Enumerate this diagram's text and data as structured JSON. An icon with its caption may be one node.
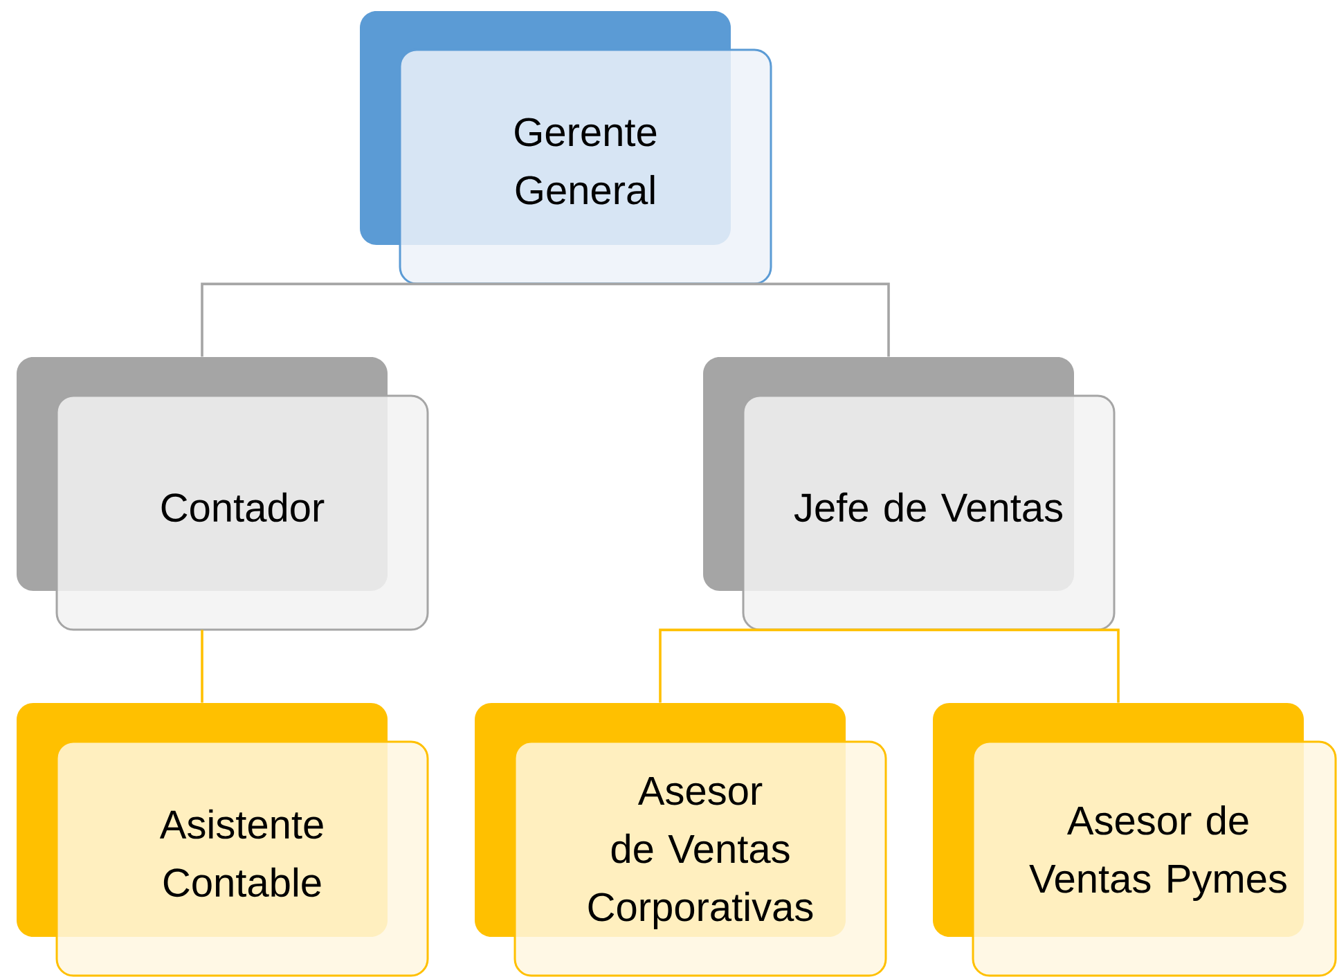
{
  "diagram": {
    "nodes": [
      {
        "text": [
          "Gerente General"
        ]
      },
      {
        "text": [
          "Contador"
        ]
      },
      {
        "text": [
          "Jefe de Ventas"
        ]
      },
      {
        "text": [
          "Asistente Contable"
        ]
      },
      {
        "text": [
          "Asesor de Ventas Corporativas"
        ]
      },
      {
        "text": [
          "Asesor de Ventas Pymes"
        ]
      }
    ],
    "edges": [
      {
        "from": 0,
        "to": 1,
        "arrow": "none",
        "color": "#a5a5a5"
      },
      {
        "from": 0,
        "to": 2,
        "arrow": "none",
        "color": "#a5a5a5"
      },
      {
        "from": 1,
        "to": 3,
        "arrow": "none"
      },
      {
        "from": 2,
        "to": 4,
        "arrow": "none"
      },
      {
        "from": 2,
        "to": 5,
        "arrow": "none"
      }
    ]
  }
}
